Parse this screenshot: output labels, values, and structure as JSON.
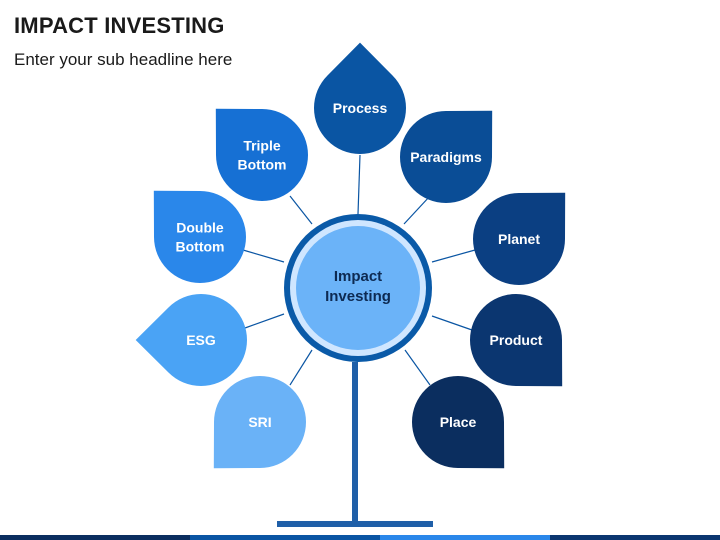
{
  "header": {
    "title": "IMPACT INVESTING",
    "subtitle": "Enter your sub headline here"
  },
  "center": {
    "line1": "Impact",
    "line2": "Investing"
  },
  "petals": [
    {
      "id": "process",
      "lines": [
        "Process"
      ],
      "color": "#0a55a3"
    },
    {
      "id": "paradigms",
      "lines": [
        "Paradigms"
      ],
      "color": "#0a4d96"
    },
    {
      "id": "planet",
      "lines": [
        "Planet"
      ],
      "color": "#0b3f82"
    },
    {
      "id": "product",
      "lines": [
        "Product"
      ],
      "color": "#0b3670"
    },
    {
      "id": "place",
      "lines": [
        "Place"
      ],
      "color": "#0b2e5f"
    },
    {
      "id": "sri",
      "lines": [
        "SRI"
      ],
      "color": "#6ab2f7"
    },
    {
      "id": "esg",
      "lines": [
        "ESG"
      ],
      "color": "#4aa3f5"
    },
    {
      "id": "double",
      "lines": [
        "Double",
        "Bottom"
      ],
      "color": "#2a87ea"
    },
    {
      "id": "triple",
      "lines": [
        "Triple",
        "Bottom"
      ],
      "color": "#1670d4"
    }
  ],
  "colors": {
    "connector": "#0a55a3",
    "center_ring_outer": "#0a5aa8",
    "center_ring_mid": "#cfe6ff",
    "center_fill": "#6bb3f8",
    "stem": "#1f5fa8",
    "bottom_bar": [
      "#0b2e5f",
      "#0a55a3",
      "#2a87ea",
      "#0b3670"
    ]
  }
}
